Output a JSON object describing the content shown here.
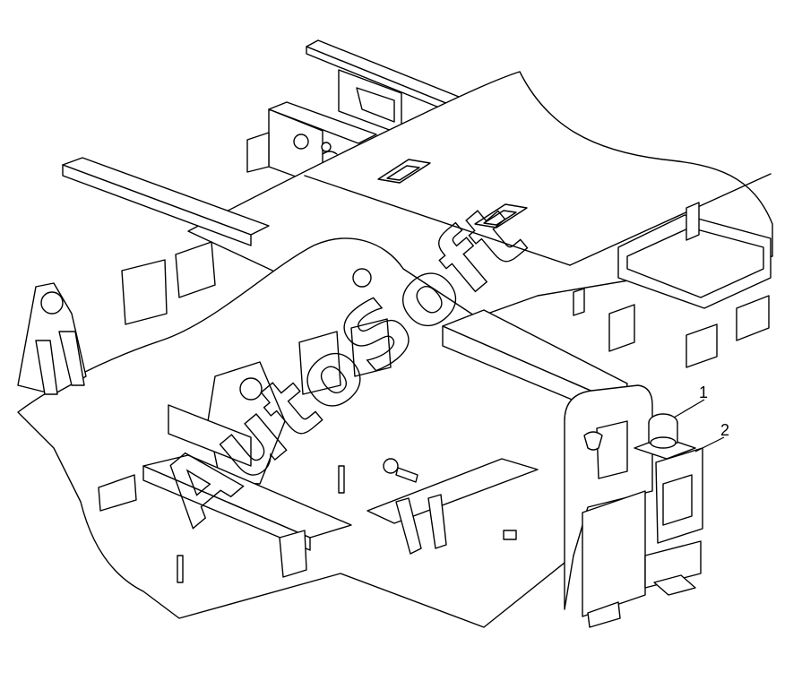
{
  "diagram": {
    "callouts": [
      {
        "id": "1",
        "label": "1"
      },
      {
        "id": "2",
        "label": "2"
      }
    ],
    "watermark_text": "AutoSoft"
  }
}
